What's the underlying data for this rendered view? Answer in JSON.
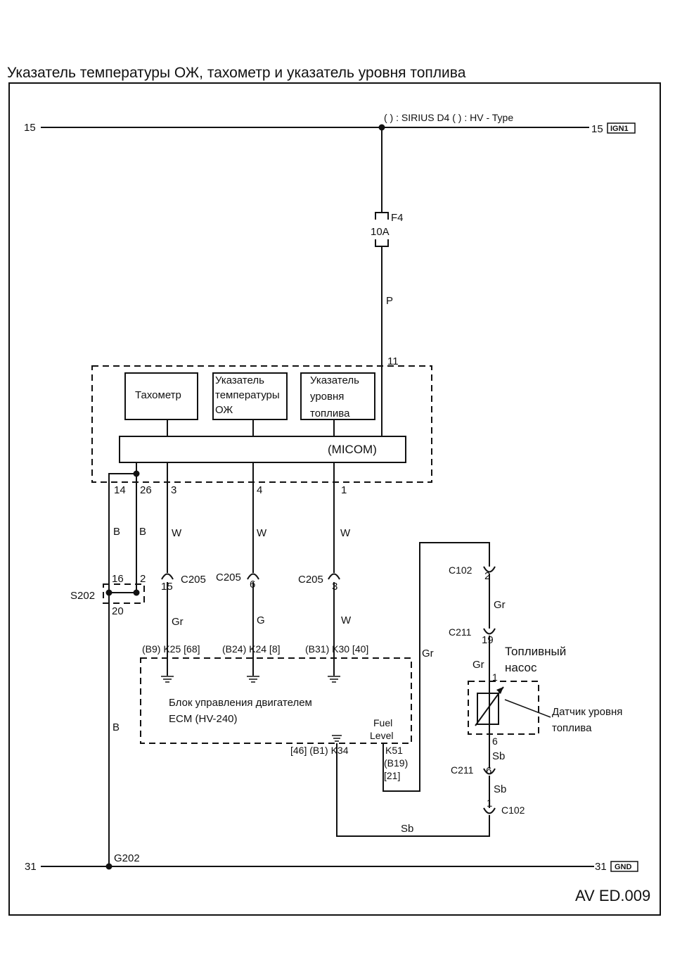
{
  "title": "Указатель температуры ОЖ, тахометр и указатель уровня топлива",
  "rails": {
    "top_left": "15",
    "top_right": "15",
    "top_tag": "IGN1",
    "bottom_left": "31",
    "bottom_right": "31",
    "bottom_tag": "GND",
    "legend": "( ) : SIRIUS D4  (  ) : HV - Type"
  },
  "fuse": {
    "name": "F4",
    "rating": "10A"
  },
  "wire_colors": {
    "p": "P",
    "b1": "B",
    "b2": "B",
    "b3": "B",
    "w1": "W",
    "w2": "W",
    "w3": "W",
    "w4": "W",
    "gr1": "Gr",
    "g": "G",
    "gr2": "Gr",
    "gr3": "Gr",
    "gr4": "Gr",
    "sb1": "Sb",
    "sb2": "Sb",
    "sb3": "Sb"
  },
  "cluster": {
    "pin_top": "11",
    "tachometer": "Тахометр",
    "temp_gauge": [
      "Указатель",
      "температуры",
      "ОЖ"
    ],
    "fuel_gauge": [
      "Указатель",
      "уровня",
      "топлива"
    ],
    "micom": "(MICOM)",
    "pins": [
      "14",
      "26",
      "3",
      "4",
      "1"
    ]
  },
  "splice": {
    "name": "S202",
    "pins": [
      "16",
      "2",
      "20"
    ]
  },
  "connectors": {
    "c205_1": {
      "name": "C205",
      "pin": "15"
    },
    "c205_2": {
      "name": "C205",
      "pin": "6"
    },
    "c205_3": {
      "name": "C205",
      "pin": "3"
    },
    "c102_top": {
      "name": "C102",
      "pin": "2"
    },
    "c211_top": {
      "name": "C211",
      "pin": "19"
    },
    "c211_bot": {
      "name": "C211",
      "pin": "6"
    },
    "c102_bot": {
      "name": "C102",
      "pin": "1"
    }
  },
  "ecm": {
    "label_line1": "Блок управления двигателем",
    "label_line2": "ECM (HV-240)",
    "pin1": "(B9)  K25 [68]",
    "pin2": "(B24)  K24 [8]",
    "pin3": "(B31)  K30 [40]",
    "ground_pin": "[46] (B1) K34",
    "fuel_level": [
      "Fuel",
      "Level"
    ],
    "fuel_pin": [
      "K51",
      "(B19)",
      "[21]"
    ]
  },
  "fuel_pump": {
    "label": [
      "Топливный",
      "насос"
    ],
    "sensor": [
      "Датчик уровня",
      "топлива"
    ],
    "pin_top": "1",
    "pin_bottom": "6"
  },
  "ground": "G202",
  "figure_code": "AV ED.009"
}
